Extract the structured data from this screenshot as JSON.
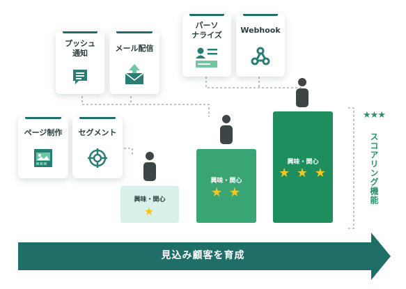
{
  "cards": {
    "push": {
      "label": "プッシュ\n通知",
      "icon": "message-icon"
    },
    "mail": {
      "label": "メール配信",
      "icon": "envelope-upload-icon"
    },
    "personalize": {
      "label": "パーソ\nナライズ",
      "icon": "profile-card-icon"
    },
    "webhook": {
      "label": "Webhook",
      "icon": "webhook-icon"
    },
    "page": {
      "label": "ページ制作",
      "icon": "webpage-icon"
    },
    "segment": {
      "label": "セグメント",
      "icon": "target-icon"
    }
  },
  "stages": [
    {
      "label": "興味・関心",
      "stars": "★"
    },
    {
      "label": "興味・関心",
      "stars": "★ ★"
    },
    {
      "label": "興味・関心",
      "stars": "★ ★ ★"
    }
  ],
  "scoring": {
    "label": "スコアリング機能",
    "stars": "★★★"
  },
  "arrow": {
    "label": "見込み顧客を育成"
  },
  "colors": {
    "dark_teal": "#1f6e68",
    "light_stage": "#d8f1ea",
    "mid_stage": "#3aa574",
    "dark_stage": "#1e8e5e",
    "star": "#f3c623",
    "person": "#3d4546"
  }
}
